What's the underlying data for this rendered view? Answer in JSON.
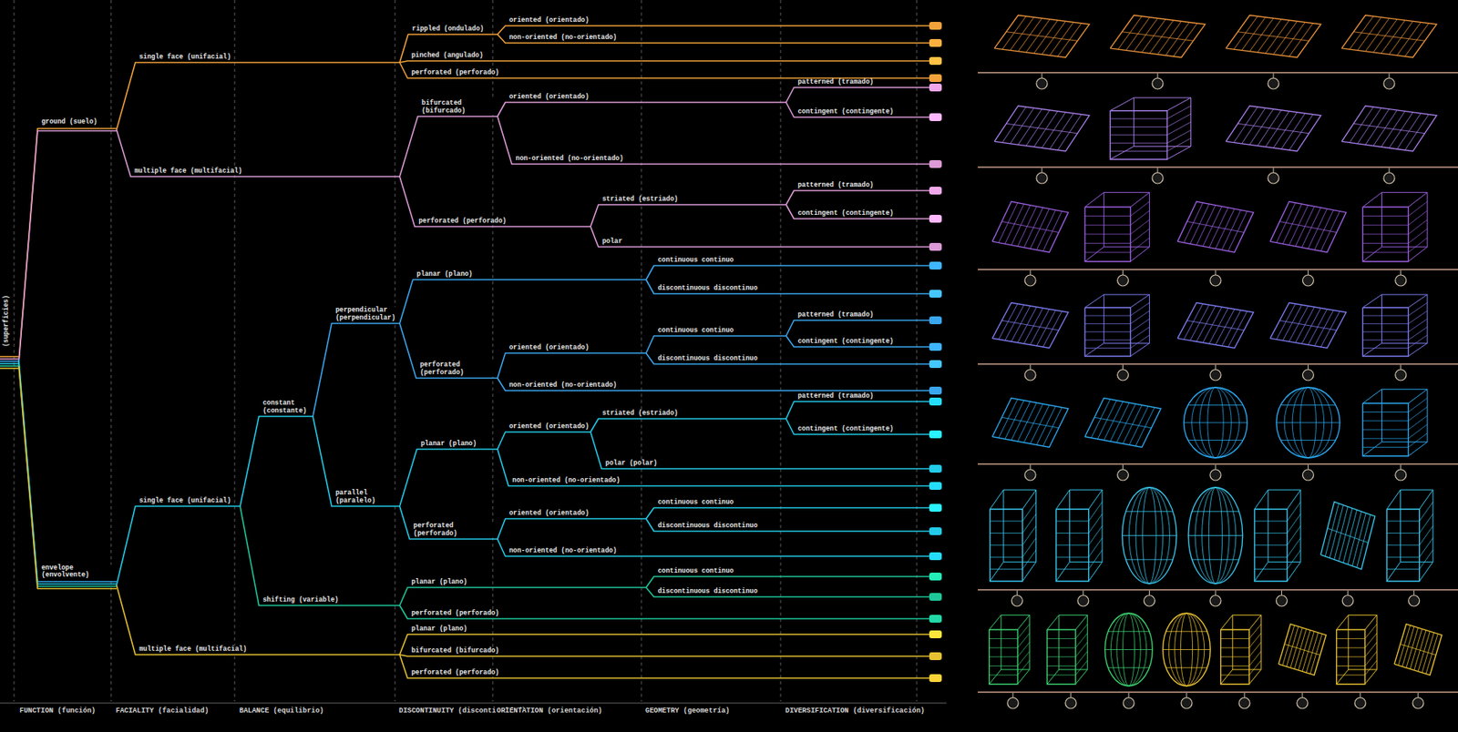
{
  "diagram": {
    "labels": [
      "(superficies)",
      "ground (suelo)",
      "single face (unifacial)",
      "rippled (ondulado)",
      "oriented (orientado)",
      "non-oriented (no-orientado)",
      "pinched (angulado)",
      "perforated (perforado)",
      "multiple face (multifacial)",
      "bifurcated (bifurcado)",
      "oriented (orientado)",
      "patterned (tramado)",
      "contingent (contingente)",
      "non-oriented (no-orientado)",
      "perforated (perforado)",
      "striated (estriado)",
      "patterned (tramado)",
      "contingent (contingente)",
      "polar",
      "envelope (envolvente)",
      "single face (unifacial)",
      "constant (constante)",
      "perpendicular (perpendicular)",
      "planar (plano)",
      "continuous continuo",
      "discontinuous discontinuo",
      "perforated (perforado)",
      "oriented (orientado)",
      "continuous continuo",
      "patterned (tramado)",
      "contingent (contingente)",
      "discontinuous discontinuo",
      "non-oriented (no-orientado)",
      "parallel (paralelo)",
      "planar (plano)",
      "oriented (orientado)",
      "striated (estriado)",
      "patterned (tramado)",
      "contingent (contingente)",
      "polar (polar)",
      "non-oriented (no-orientado)",
      "perforated (perforado)",
      "oriented (orientado)",
      "continuous continuo",
      "discontinuous discontinuo",
      "non-oriented (no-orientado)",
      "shifting (variable)",
      "planar (plano)",
      "continuous continuo",
      "discontinuous discontinuo",
      "perforated (perforado)",
      "multiple face (multifacial)",
      "planar (plano)",
      "bifurcated (bifurcado)",
      "perforated (perforado)",
      "FUNCTION (función)",
      "FACIALITY (facialidad)",
      "BALANCE (equilibrio)",
      "DISCONTINUITY (discontinuidad)",
      "ORIENTATION (orientación)",
      "GEOMETRY (geometría)",
      "DIVERSIFICATION (diversificación)"
    ]
  }
}
